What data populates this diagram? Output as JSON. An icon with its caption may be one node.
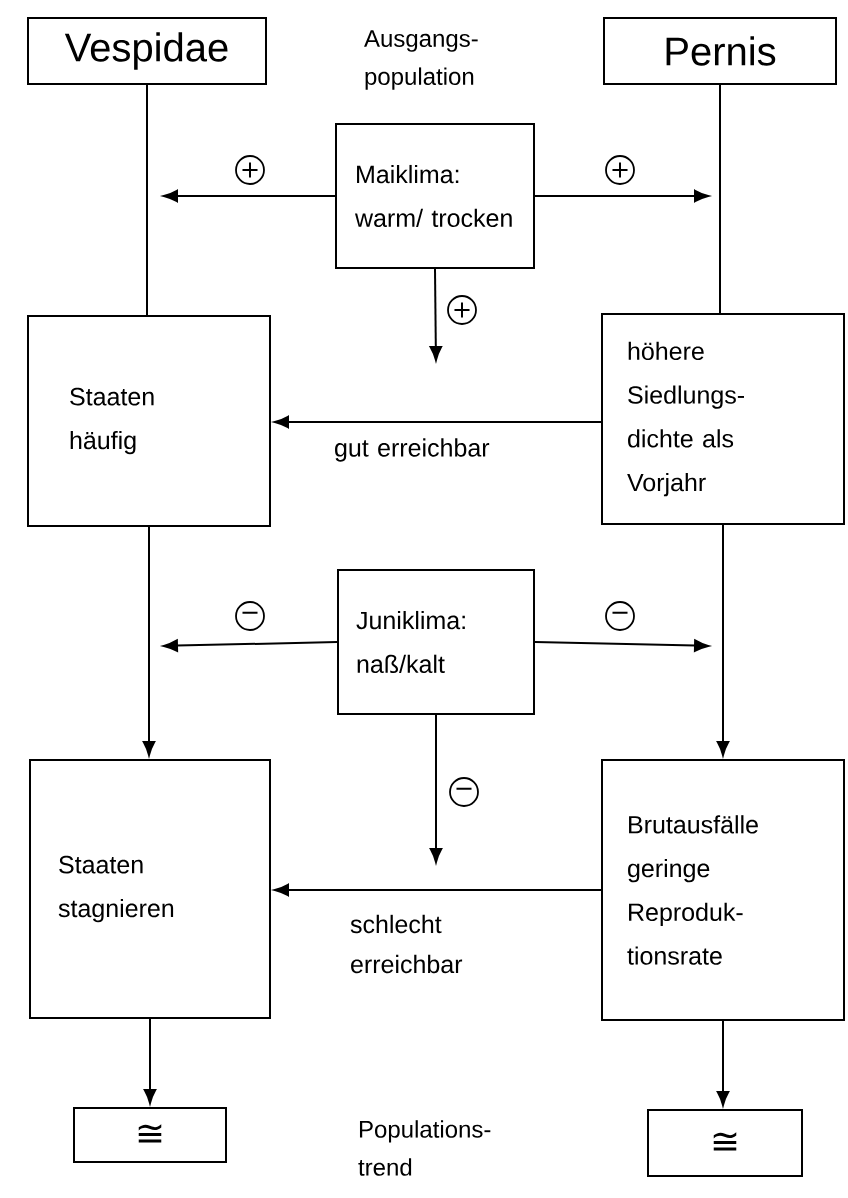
{
  "diagram": {
    "nodes": [
      {
        "text": [
          "Vespidae"
        ]
      },
      {
        "text": [
          "Pernis"
        ]
      },
      {
        "text": [
          "Maiklima: warm/ trocken"
        ]
      },
      {
        "text": [
          "Staaten häufig"
        ]
      },
      {
        "text": [
          "höhere Siedlungs- dichte als Vorjahr"
        ]
      },
      {
        "text": [
          "Juniklima: naß/kalt"
        ]
      },
      {
        "text": [
          "Staaten stagnieren"
        ]
      },
      {
        "text": [
          "Brutausfälle geringe Reproduk- tionsrate"
        ]
      },
      {
        "text": [
          "≅"
        ]
      },
      {
        "text": [
          "≅"
        ]
      }
    ],
    "edges": [
      {
        "from": 0,
        "to": 3,
        "arrow": "none"
      },
      {
        "from": 1,
        "to": 4,
        "arrow": "none"
      },
      {
        "from": 2,
        "to": null,
        "arrow": "to",
        "label": "+"
      },
      {
        "from": 2,
        "to": null,
        "arrow": "to",
        "label": "+"
      },
      {
        "from": 2,
        "to": null,
        "arrow": "to",
        "label": "+"
      },
      {
        "from": 4,
        "to": 3,
        "arrow": "to",
        "label": "gut erreichbar"
      },
      {
        "from": 3,
        "to": 6,
        "arrow": "to"
      },
      {
        "from": 4,
        "to": 7,
        "arrow": "to"
      },
      {
        "from": 5,
        "to": null,
        "arrow": "to",
        "label": "−"
      },
      {
        "from": 5,
        "to": null,
        "arrow": "to",
        "label": "−"
      },
      {
        "from": 5,
        "to": null,
        "arrow": "to",
        "label": "−"
      },
      {
        "from": 7,
        "to": 6,
        "arrow": "to",
        "label": "schlecht erreichbar"
      },
      {
        "from": 6,
        "to": 8,
        "arrow": "to"
      },
      {
        "from": 7,
        "to": 9,
        "arrow": "to"
      }
    ],
    "labels": [
      "Ausgangs- population",
      "Populations- trend"
    ]
  }
}
